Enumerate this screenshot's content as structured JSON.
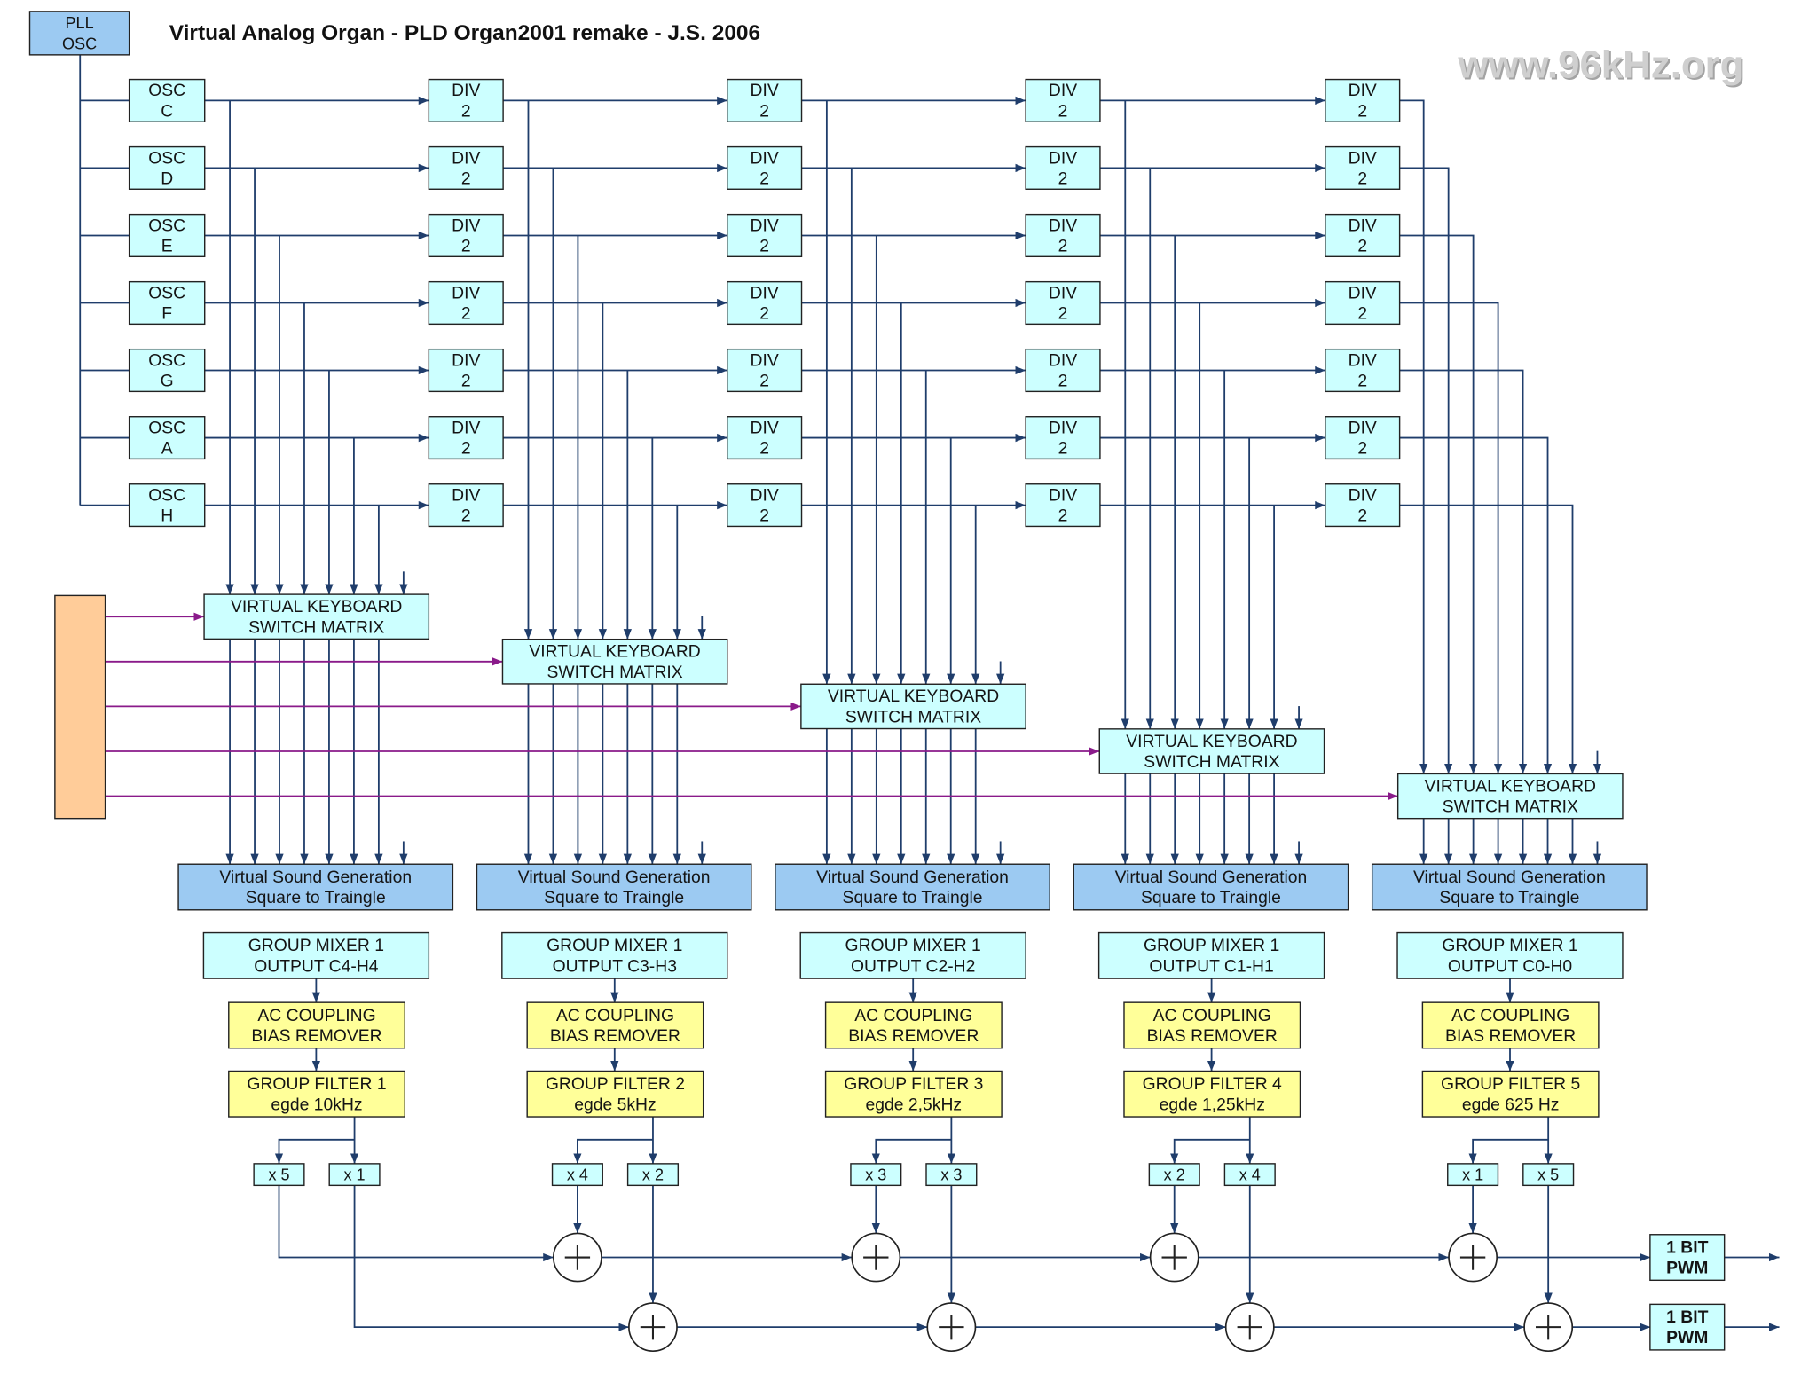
{
  "title": "Virtual Analog Organ - PLD Organ2001 remake - J.S. 2006",
  "watermark": "www.96kHz.org",
  "pll_osc": {
    "line1": "PLL",
    "line2": "OSC"
  },
  "oscillators": [
    {
      "line1": "OSC",
      "line2": "C"
    },
    {
      "line1": "OSC",
      "line2": "D"
    },
    {
      "line1": "OSC",
      "line2": "E"
    },
    {
      "line1": "OSC",
      "line2": "F"
    },
    {
      "line1": "OSC",
      "line2": "G"
    },
    {
      "line1": "OSC",
      "line2": "A"
    },
    {
      "line1": "OSC",
      "line2": "H"
    }
  ],
  "divider_columns": [
    [
      {
        "line1": "DIV",
        "line2": "2"
      },
      {
        "line1": "DIV",
        "line2": "2"
      },
      {
        "line1": "DIV",
        "line2": "2"
      },
      {
        "line1": "DIV",
        "line2": "2"
      },
      {
        "line1": "DIV",
        "line2": "2"
      },
      {
        "line1": "DIV",
        "line2": "2"
      },
      {
        "line1": "DIV",
        "line2": "2"
      }
    ],
    [
      {
        "line1": "DIV",
        "line2": "2"
      },
      {
        "line1": "DIV",
        "line2": "2"
      },
      {
        "line1": "DIV",
        "line2": "2"
      },
      {
        "line1": "DIV",
        "line2": "2"
      },
      {
        "line1": "DIV",
        "line2": "2"
      },
      {
        "line1": "DIV",
        "line2": "2"
      },
      {
        "line1": "DIV",
        "line2": "2"
      }
    ],
    [
      {
        "line1": "DIV",
        "line2": "2"
      },
      {
        "line1": "DIV",
        "line2": "2"
      },
      {
        "line1": "DIV",
        "line2": "2"
      },
      {
        "line1": "DIV",
        "line2": "2"
      },
      {
        "line1": "DIV",
        "line2": "2"
      },
      {
        "line1": "DIV",
        "line2": "2"
      },
      {
        "line1": "DIV",
        "line2": "2"
      }
    ],
    [
      {
        "line1": "DIV",
        "line2": "2"
      },
      {
        "line1": "DIV",
        "line2": "2"
      },
      {
        "line1": "DIV",
        "line2": "2"
      },
      {
        "line1": "DIV",
        "line2": "2"
      },
      {
        "line1": "DIV",
        "line2": "2"
      },
      {
        "line1": "DIV",
        "line2": "2"
      },
      {
        "line1": "DIV",
        "line2": "2"
      }
    ]
  ],
  "switch_matrices": [
    {
      "line1": "VIRTUAL KEYBOARD",
      "line2": "SWITCH MATRIX"
    },
    {
      "line1": "VIRTUAL KEYBOARD",
      "line2": "SWITCH MATRIX"
    },
    {
      "line1": "VIRTUAL KEYBOARD",
      "line2": "SWITCH MATRIX"
    },
    {
      "line1": "VIRTUAL KEYBOARD",
      "line2": "SWITCH MATRIX"
    },
    {
      "line1": "VIRTUAL KEYBOARD",
      "line2": "SWITCH MATRIX"
    }
  ],
  "sound_generators": [
    {
      "line1": "Virtual Sound Generation",
      "line2": "Square to Traingle"
    },
    {
      "line1": "Virtual Sound Generation",
      "line2": "Square to Traingle"
    },
    {
      "line1": "Virtual Sound Generation",
      "line2": "Square to Traingle"
    },
    {
      "line1": "Virtual Sound Generation",
      "line2": "Square to Traingle"
    },
    {
      "line1": "Virtual Sound Generation",
      "line2": "Square to Traingle"
    }
  ],
  "group_mixers": [
    {
      "line1": "GROUP MIXER 1",
      "line2": "OUTPUT C4-H4"
    },
    {
      "line1": "GROUP MIXER 1",
      "line2": "OUTPUT C3-H3"
    },
    {
      "line1": "GROUP MIXER 1",
      "line2": "OUTPUT C2-H2"
    },
    {
      "line1": "GROUP MIXER 1",
      "line2": "OUTPUT C1-H1"
    },
    {
      "line1": "GROUP MIXER 1",
      "line2": "OUTPUT C0-H0"
    }
  ],
  "ac_couplings": [
    {
      "line1": "AC COUPLING",
      "line2": "BIAS REMOVER"
    },
    {
      "line1": "AC COUPLING",
      "line2": "BIAS REMOVER"
    },
    {
      "line1": "AC COUPLING",
      "line2": "BIAS REMOVER"
    },
    {
      "line1": "AC COUPLING",
      "line2": "BIAS REMOVER"
    },
    {
      "line1": "AC COUPLING",
      "line2": "BIAS REMOVER"
    }
  ],
  "group_filters": [
    {
      "line1": "GROUP FILTER 1",
      "line2": "egde 10kHz"
    },
    {
      "line1": "GROUP FILTER 2",
      "line2": "egde 5kHz"
    },
    {
      "line1": "GROUP FILTER 3",
      "line2": "egde 2,5kHz"
    },
    {
      "line1": "GROUP FILTER 4",
      "line2": "egde 1,25kHz"
    },
    {
      "line1": "GROUP FILTER 5",
      "line2": "egde 625 Hz"
    }
  ],
  "gains": [
    [
      "x 5",
      "x 1"
    ],
    [
      "x 4",
      "x 2"
    ],
    [
      "x 3",
      "x 3"
    ],
    [
      "x 2",
      "x 4"
    ],
    [
      "x 1",
      "x 5"
    ]
  ],
  "outputs": [
    {
      "line1": "1 BIT",
      "line2": "PWM"
    },
    {
      "line1": "1 BIT",
      "line2": "PWM"
    }
  ],
  "icons": {
    "summing_node": "plus-circle-icon",
    "arrowhead": "arrowhead-icon"
  },
  "colors": {
    "wire": "#1f3d6b",
    "keyboard_bus": "#8a1a8a",
    "block_cyan": "#ccffff",
    "block_blue": "#9ccaf2",
    "block_yellow": "#ffff99",
    "keyboard_block": "#ffcc99",
    "outline": "#222222",
    "watermark": "#cfcfcf",
    "watermark_shadow": "#a3a3a3"
  }
}
